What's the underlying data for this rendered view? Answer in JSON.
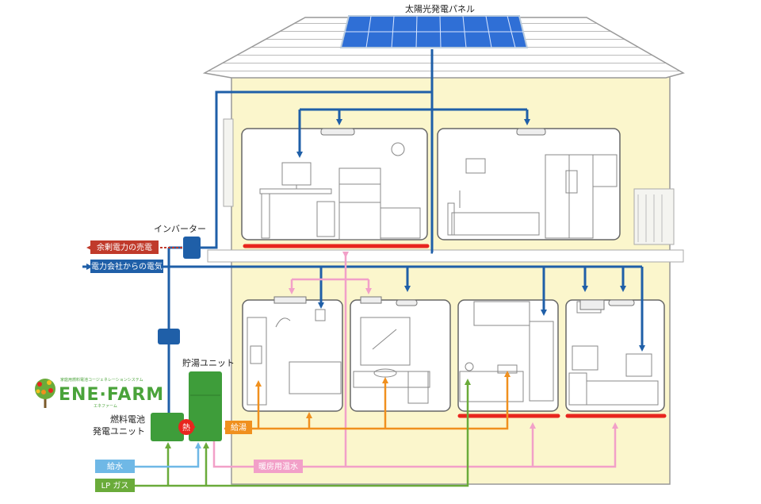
{
  "labels": {
    "solar_panel": "太陽光発電パネル",
    "inverter": "インバーター",
    "surplus_sale": "余剰電力の売電",
    "grid_power": "電力会社からの電気",
    "storage_unit": "貯湯ユニット",
    "fuel_cell_line1": "燃料電池",
    "fuel_cell_line2": "発電ユニット",
    "heat": "熱",
    "hot_water": "給湯",
    "heating_water": "暖房用温水",
    "water_supply": "給水",
    "lp_gas": "LP ガス"
  },
  "logo": {
    "main": "ENE·FARM",
    "tagline": "家庭用燃料電池コージェネレーションシステム",
    "reading": "エネファーム"
  },
  "colors": {
    "electric_blue": "#1f5fa8",
    "hot_water_orange": "#f0901e",
    "heating_pink": "#f2a0c8",
    "water_light_blue": "#6fb8e6",
    "gas_green": "#6aab3a",
    "floor_heat_red": "#e8261e",
    "house_wall": "#fbf6cc",
    "unit_green": "#3e9d3a",
    "surplus_red": "#c03a2b"
  }
}
